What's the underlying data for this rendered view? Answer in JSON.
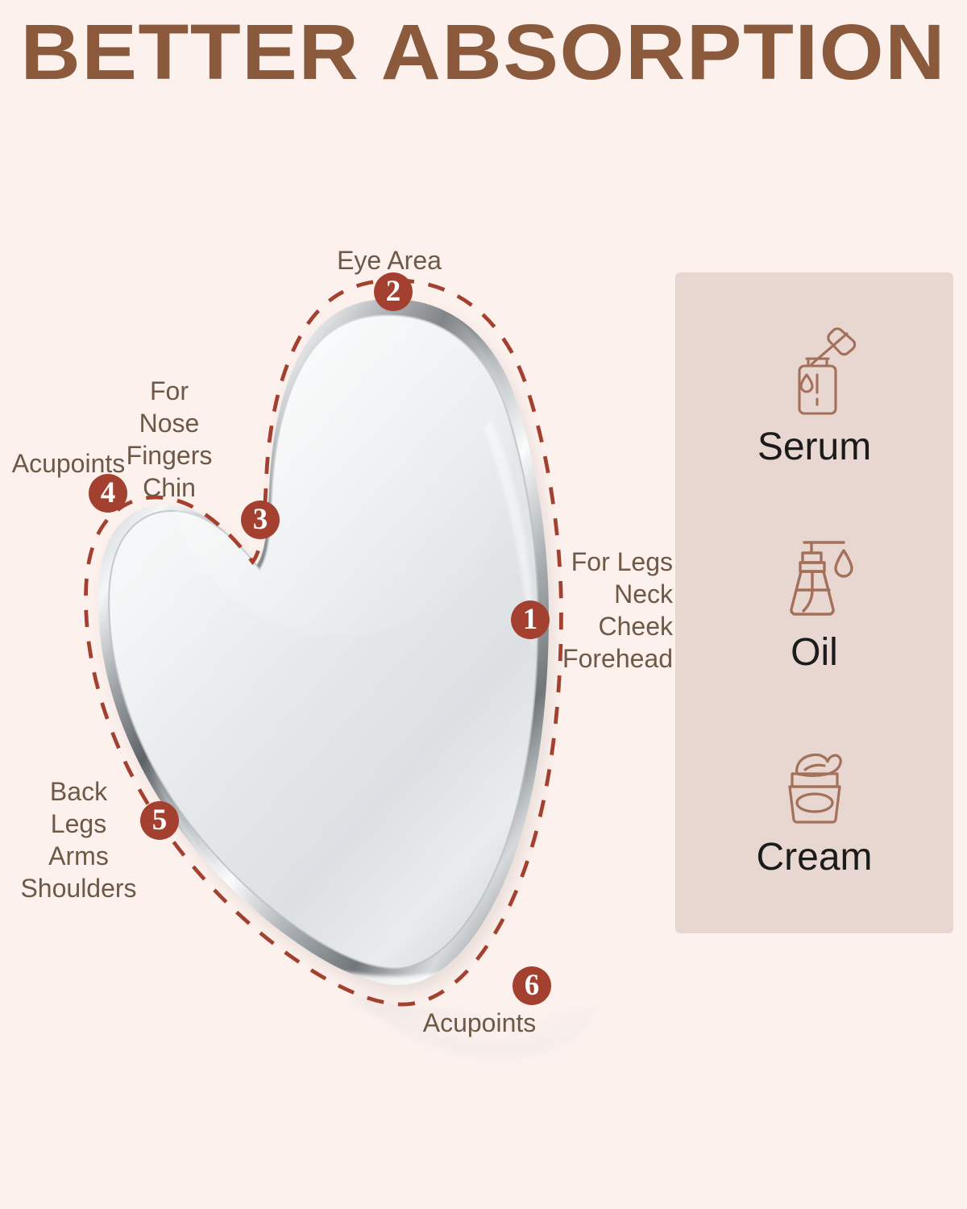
{
  "headline": {
    "title": "BETTER ABSORPTION",
    "color": "#8B5A3C"
  },
  "theme": {
    "background": "#FDF1ED",
    "panel_background": "#E8D6D1",
    "marker_color": "#A3402F",
    "callout_text_color": "#6E5947",
    "dashed_outline_color": "#A3402F",
    "stone_color": "#E9ECEE"
  },
  "product": {
    "name": "gua-sha-stone",
    "material_look": "polished stainless steel",
    "shape": "heart"
  },
  "callouts": [
    {
      "number": "1",
      "name": "for-legs-neck-cheek-forehead",
      "align": "left",
      "lines": [
        "For Legs",
        "Neck",
        "Cheek",
        "Forehead"
      ]
    },
    {
      "number": "2",
      "name": "eye-area",
      "align": "center",
      "lines": [
        "Eye Area"
      ]
    },
    {
      "number": "3",
      "name": "for-nose-fingers-chin",
      "align": "center",
      "lines": [
        "For",
        "Nose",
        "Fingers",
        "Chin"
      ]
    },
    {
      "number": "4",
      "name": "acupoints-left",
      "align": "center",
      "lines": [
        "Acupoints"
      ]
    },
    {
      "number": "5",
      "name": "back-legs-arms-shoulders",
      "align": "center",
      "lines": [
        "Back",
        "Legs",
        "Arms",
        "Shoulders"
      ]
    },
    {
      "number": "6",
      "name": "acupoints-bottom",
      "align": "center",
      "lines": [
        "Acupoints"
      ]
    }
  ],
  "features": [
    {
      "icon": "serum-dropper-bottle-icon",
      "label": "Serum"
    },
    {
      "icon": "oil-pump-bottle-icon",
      "label": "Oil"
    },
    {
      "icon": "cream-jar-icon",
      "label": "Cream"
    }
  ]
}
